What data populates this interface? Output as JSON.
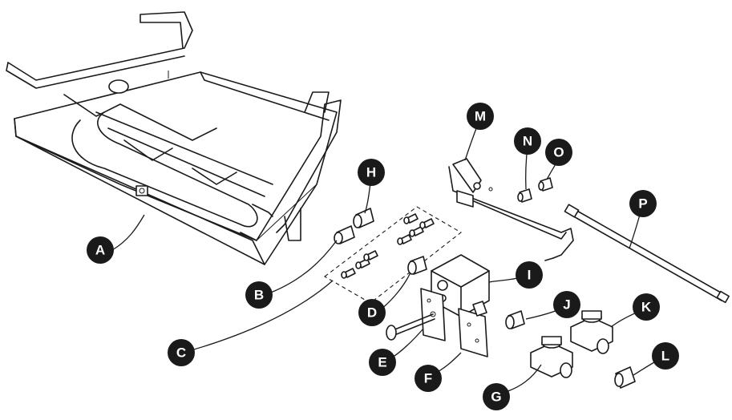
{
  "callouts": [
    {
      "id": "A",
      "letter": "A"
    },
    {
      "id": "B",
      "letter": "B"
    },
    {
      "id": "C",
      "letter": "C"
    },
    {
      "id": "D",
      "letter": "D"
    },
    {
      "id": "E",
      "letter": "E"
    },
    {
      "id": "F",
      "letter": "F"
    },
    {
      "id": "G",
      "letter": "G"
    },
    {
      "id": "H",
      "letter": "H"
    },
    {
      "id": "I",
      "letter": "I"
    },
    {
      "id": "J",
      "letter": "J"
    },
    {
      "id": "K",
      "letter": "K"
    },
    {
      "id": "L",
      "letter": "L"
    },
    {
      "id": "M",
      "letter": "M"
    },
    {
      "id": "N",
      "letter": "N"
    },
    {
      "id": "O",
      "letter": "O"
    },
    {
      "id": "P",
      "letter": "P"
    }
  ]
}
